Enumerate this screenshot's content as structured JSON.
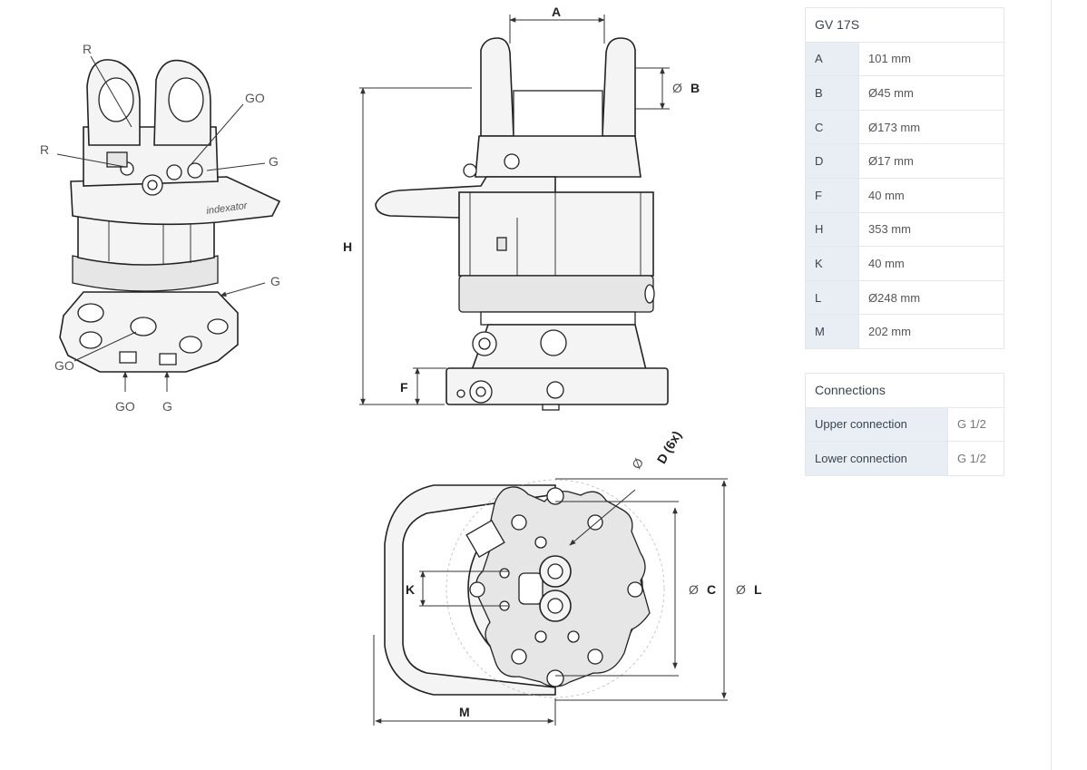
{
  "dimensions_table": {
    "model": "GV 17S",
    "rows": [
      {
        "key": "A",
        "value": "101 mm"
      },
      {
        "key": "B",
        "value": "Ø45 mm"
      },
      {
        "key": "C",
        "value": "Ø173 mm"
      },
      {
        "key": "D",
        "value": "Ø17 mm"
      },
      {
        "key": "F",
        "value": "40 mm"
      },
      {
        "key": "H",
        "value": "353 mm"
      },
      {
        "key": "K",
        "value": "40 mm"
      },
      {
        "key": "L",
        "value": "Ø248 mm"
      },
      {
        "key": "M",
        "value": "202 mm"
      }
    ]
  },
  "connections_table": {
    "title": "Connections",
    "rows": [
      {
        "key": "Upper connection",
        "value": "G 1/2"
      },
      {
        "key": "Lower connection",
        "value": "G 1/2"
      }
    ]
  },
  "iso_view": {
    "labels": {
      "r_top": "R",
      "r_mid": "R",
      "go_top": "GO",
      "g_top": "G",
      "g_mid": "G",
      "go_left": "GO",
      "go_bottom": "GO",
      "g_bottom": "G"
    },
    "brand_mark": "indexator"
  },
  "side_view": {
    "labels": {
      "a": "A",
      "b": "B",
      "b_dia": "Ø",
      "h": "H",
      "f": "F"
    }
  },
  "bottom_view": {
    "labels": {
      "d": "D (6x)",
      "d_dia": "Ø",
      "c": "C",
      "c_dia": "Ø",
      "l": "L",
      "l_dia": "Ø",
      "k": "K",
      "m": "M"
    }
  }
}
